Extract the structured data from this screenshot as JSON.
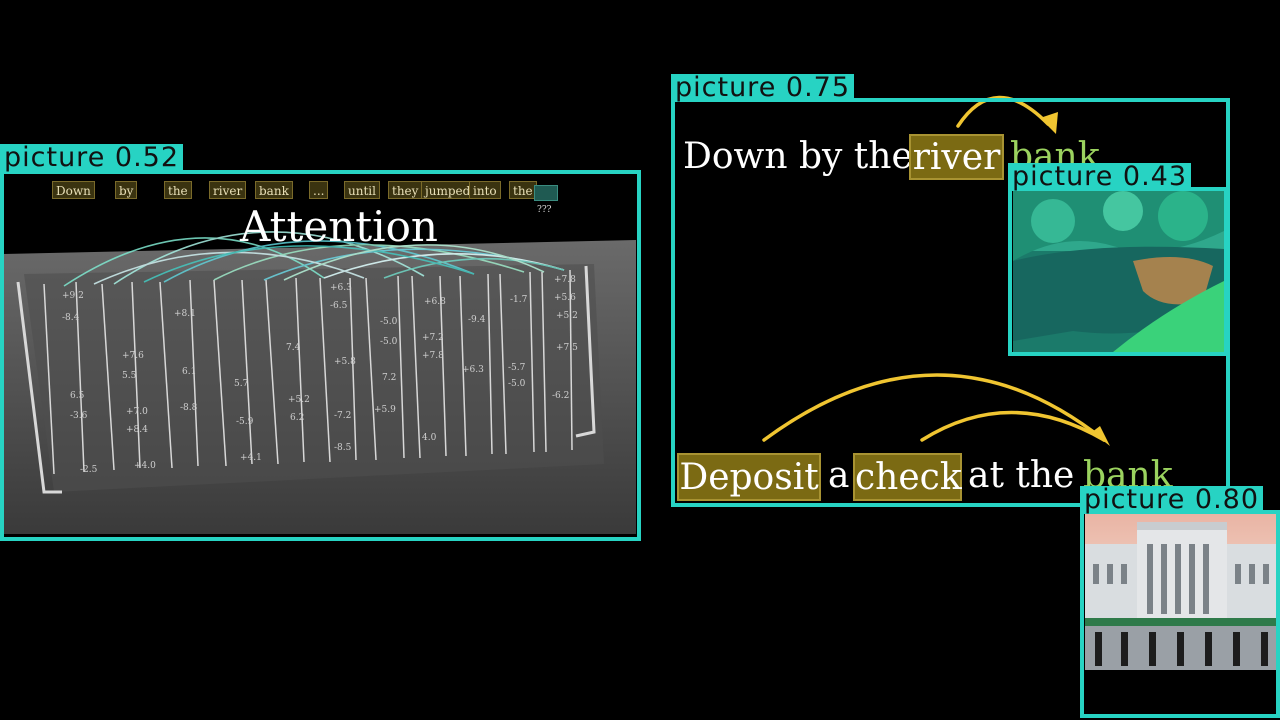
{
  "detections": [
    {
      "label": "picture",
      "score": "0.52"
    },
    {
      "label": "picture",
      "score": "0.75"
    },
    {
      "label": "picture",
      "score": "0.43"
    },
    {
      "label": "picture",
      "score": "0.80"
    }
  ],
  "box_color": "#27d3c3",
  "attention_panel": {
    "title": "Attention",
    "tokens": [
      "Down",
      "by",
      "the",
      "river",
      "bank",
      "...",
      "until",
      "they",
      "jumped",
      "into",
      "the"
    ],
    "unknown_marker": "???"
  },
  "sentence1": {
    "pre": "Down by the",
    "highlight": "river",
    "target": "bank"
  },
  "sentence2": {
    "highlight1": "Deposit",
    "mid1": "a",
    "highlight2": "check",
    "mid2": "at the",
    "target": "bank"
  }
}
